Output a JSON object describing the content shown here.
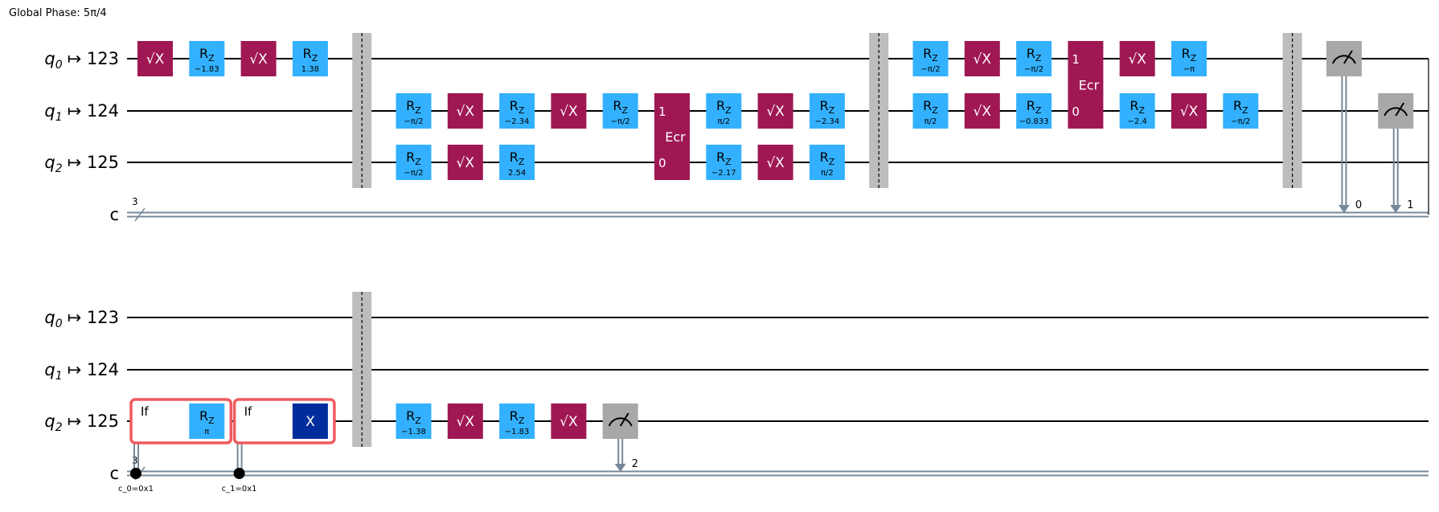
{
  "global_phase": "Global Phase: 5π/4",
  "colors": {
    "wire": "#000000",
    "classical_wire": "#778899",
    "rz": "#33b1ff",
    "sx": "#9f1853",
    "ecr": "#9f1853",
    "x": "#002d9c",
    "measure": "#a8a8a8",
    "barrier": "#bdbdbd",
    "if_box": "#ee5a5f",
    "control_dot": "#000000"
  },
  "rows": [
    {
      "qubits": [
        {
          "q": "q",
          "sub": "0",
          "map": "↦ 123"
        },
        {
          "q": "q",
          "sub": "1",
          "map": "↦ 124"
        },
        {
          "q": "q",
          "sub": "2",
          "map": "↦ 125"
        }
      ],
      "creg": {
        "label": "c",
        "size": "3"
      },
      "gates": [
        {
          "type": "sx",
          "col": 0,
          "qubit": 0,
          "label": "√X"
        },
        {
          "type": "rz",
          "col": 1,
          "qubit": 0,
          "label": "R",
          "sub": "Z",
          "param": "−1.83"
        },
        {
          "type": "sx",
          "col": 2,
          "qubit": 0,
          "label": "√X"
        },
        {
          "type": "rz",
          "col": 3,
          "qubit": 0,
          "label": "R",
          "sub": "Z",
          "param": "1.38"
        },
        {
          "type": "barrier",
          "col": 4,
          "qubits": [
            0,
            1,
            2
          ]
        },
        {
          "type": "rz",
          "col": 5,
          "qubit": 1,
          "label": "R",
          "sub": "Z",
          "param": "−π/2"
        },
        {
          "type": "rz",
          "col": 5,
          "qubit": 2,
          "label": "R",
          "sub": "Z",
          "param": "−π/2"
        },
        {
          "type": "sx",
          "col": 6,
          "qubit": 1,
          "label": "√X"
        },
        {
          "type": "sx",
          "col": 6,
          "qubit": 2,
          "label": "√X"
        },
        {
          "type": "rz",
          "col": 7,
          "qubit": 1,
          "label": "R",
          "sub": "Z",
          "param": "−2.34"
        },
        {
          "type": "rz",
          "col": 7,
          "qubit": 2,
          "label": "R",
          "sub": "Z",
          "param": "2.54"
        },
        {
          "type": "sx",
          "col": 8,
          "qubit": 1,
          "label": "√X"
        },
        {
          "type": "rz",
          "col": 9,
          "qubit": 1,
          "label": "R",
          "sub": "Z",
          "param": "−π/2"
        },
        {
          "type": "ecr",
          "col": 10,
          "qubits": [
            1,
            2
          ],
          "label": "Ecr",
          "top": "1",
          "bottom": "0"
        },
        {
          "type": "rz",
          "col": 11,
          "qubit": 1,
          "label": "R",
          "sub": "Z",
          "param": "π/2"
        },
        {
          "type": "rz",
          "col": 11,
          "qubit": 2,
          "label": "R",
          "sub": "Z",
          "param": "−2.17"
        },
        {
          "type": "sx",
          "col": 12,
          "qubit": 1,
          "label": "√X"
        },
        {
          "type": "sx",
          "col": 12,
          "qubit": 2,
          "label": "√X"
        },
        {
          "type": "rz",
          "col": 13,
          "qubit": 1,
          "label": "R",
          "sub": "Z",
          "param": "−2.34"
        },
        {
          "type": "rz",
          "col": 13,
          "qubit": 2,
          "label": "R",
          "sub": "Z",
          "param": "π/2"
        },
        {
          "type": "barrier",
          "col": 14,
          "qubits": [
            0,
            1,
            2
          ]
        },
        {
          "type": "rz",
          "col": 15,
          "qubit": 0,
          "label": "R",
          "sub": "Z",
          "param": "−π/2"
        },
        {
          "type": "rz",
          "col": 15,
          "qubit": 1,
          "label": "R",
          "sub": "Z",
          "param": "π/2"
        },
        {
          "type": "sx",
          "col": 16,
          "qubit": 0,
          "label": "√X"
        },
        {
          "type": "sx",
          "col": 16,
          "qubit": 1,
          "label": "√X"
        },
        {
          "type": "rz",
          "col": 17,
          "qubit": 0,
          "label": "R",
          "sub": "Z",
          "param": "−π/2"
        },
        {
          "type": "rz",
          "col": 17,
          "qubit": 1,
          "label": "R",
          "sub": "Z",
          "param": "−0.833"
        },
        {
          "type": "ecr",
          "col": 18,
          "qubits": [
            0,
            1
          ],
          "label": "Ecr",
          "top": "1",
          "bottom": "0"
        },
        {
          "type": "sx",
          "col": 19,
          "qubit": 0,
          "label": "√X"
        },
        {
          "type": "rz",
          "col": 19,
          "qubit": 1,
          "label": "R",
          "sub": "Z",
          "param": "−2.4"
        },
        {
          "type": "rz",
          "col": 20,
          "qubit": 0,
          "label": "R",
          "sub": "Z",
          "param": "−π"
        },
        {
          "type": "sx",
          "col": 20,
          "qubit": 1,
          "label": "√X"
        },
        {
          "type": "rz",
          "col": 21,
          "qubit": 1,
          "label": "R",
          "sub": "Z",
          "param": "−π/2"
        },
        {
          "type": "barrier",
          "col": 22,
          "qubits": [
            0,
            1,
            2
          ]
        },
        {
          "type": "measure",
          "col": 23,
          "qubit": 0,
          "bit": "0"
        },
        {
          "type": "measure",
          "col": 24,
          "qubit": 1,
          "bit": "1"
        }
      ]
    },
    {
      "qubits": [
        {
          "q": "q",
          "sub": "0",
          "map": "↦ 123"
        },
        {
          "q": "q",
          "sub": "1",
          "map": "↦ 124"
        },
        {
          "q": "q",
          "sub": "2",
          "map": "↦ 125"
        }
      ],
      "creg": {
        "label": "c",
        "size": "3"
      },
      "gates": [
        {
          "type": "if",
          "cols": [
            0,
            1
          ],
          "qubit": 2,
          "label": "If",
          "ctrl_label": "c_0=0x1",
          "inner": {
            "type": "rz",
            "label": "R",
            "sub": "Z",
            "param": "π"
          }
        },
        {
          "type": "if",
          "cols": [
            2,
            3
          ],
          "qubit": 2,
          "label": "If",
          "ctrl_label": "c_1=0x1",
          "inner": {
            "type": "x",
            "label": "X"
          }
        },
        {
          "type": "barrier",
          "col": 4,
          "qubits": [
            0,
            1,
            2
          ]
        },
        {
          "type": "rz",
          "col": 5,
          "qubit": 2,
          "label": "R",
          "sub": "Z",
          "param": "−1.38"
        },
        {
          "type": "sx",
          "col": 6,
          "qubit": 2,
          "label": "√X"
        },
        {
          "type": "rz",
          "col": 7,
          "qubit": 2,
          "label": "R",
          "sub": "Z",
          "param": "−1.83"
        },
        {
          "type": "sx",
          "col": 8,
          "qubit": 2,
          "label": "√X"
        },
        {
          "type": "measure",
          "col": 9,
          "qubit": 2,
          "bit": "2"
        }
      ]
    }
  ]
}
